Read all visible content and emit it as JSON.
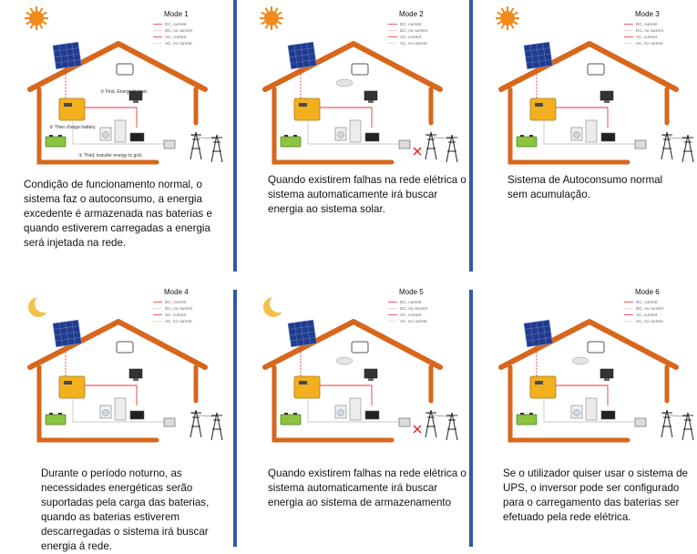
{
  "legend": [
    "DC, current",
    "DC, no current",
    "AC, current",
    "AC, no current"
  ],
  "colors": {
    "roof": "#d8661c",
    "inverter": "#f3b01e",
    "solar": "#1f3b8f",
    "sun": "#f08a1c",
    "moon": "#f2c24a",
    "divider": "#2e5aa8",
    "dc_line": "#e03a3a",
    "ac_line": "#c9c9c9"
  },
  "panels": [
    {
      "mode": "Mode 1",
      "sky": "sun-icon",
      "notes": [
        "① First, Energy to load.",
        "② Then charge battery.",
        "③ Third, transfer energy to grid."
      ],
      "grid_failed": false,
      "caption": "Condição de funcionamento normal, o sistema faz o autoconsumo, a energia excedente é armazenada nas baterias e quando estiverem carregadas a energia será injetada na rede."
    },
    {
      "mode": "Mode 2",
      "sky": "sun-icon",
      "notes": [],
      "grid_failed": true,
      "caption": "Quando existirem falhas na rede elétrica o sistema automaticamente irá buscar energia ao sistema solar."
    },
    {
      "mode": "Mode 3",
      "sky": "sun-icon",
      "notes": [],
      "grid_failed": false,
      "caption": "Sistema de Autoconsumo normal sem acumulação."
    },
    {
      "mode": "Mode 4",
      "sky": "moon-icon",
      "notes": [],
      "grid_failed": false,
      "caption": "Durante o período noturno, as necessidades energéticas serão suportadas pela carga das baterias, quando as baterias estiverem descarregadas o sistema irá buscar energia á rede."
    },
    {
      "mode": "Mode 5",
      "sky": "moon-icon",
      "notes": [],
      "grid_failed": true,
      "caption": "Quando existirem falhas na rede elétrica o sistema automaticamente irá buscar energia ao sistema de armazenamento"
    },
    {
      "mode": "Mode 6",
      "sky": "none",
      "notes": [],
      "grid_failed": false,
      "caption": "Se o utilizador quiser usar o sistema de UPS, o inversor pode ser configurado para o carregamento das baterias ser efetuado pela rede elétrica."
    }
  ]
}
